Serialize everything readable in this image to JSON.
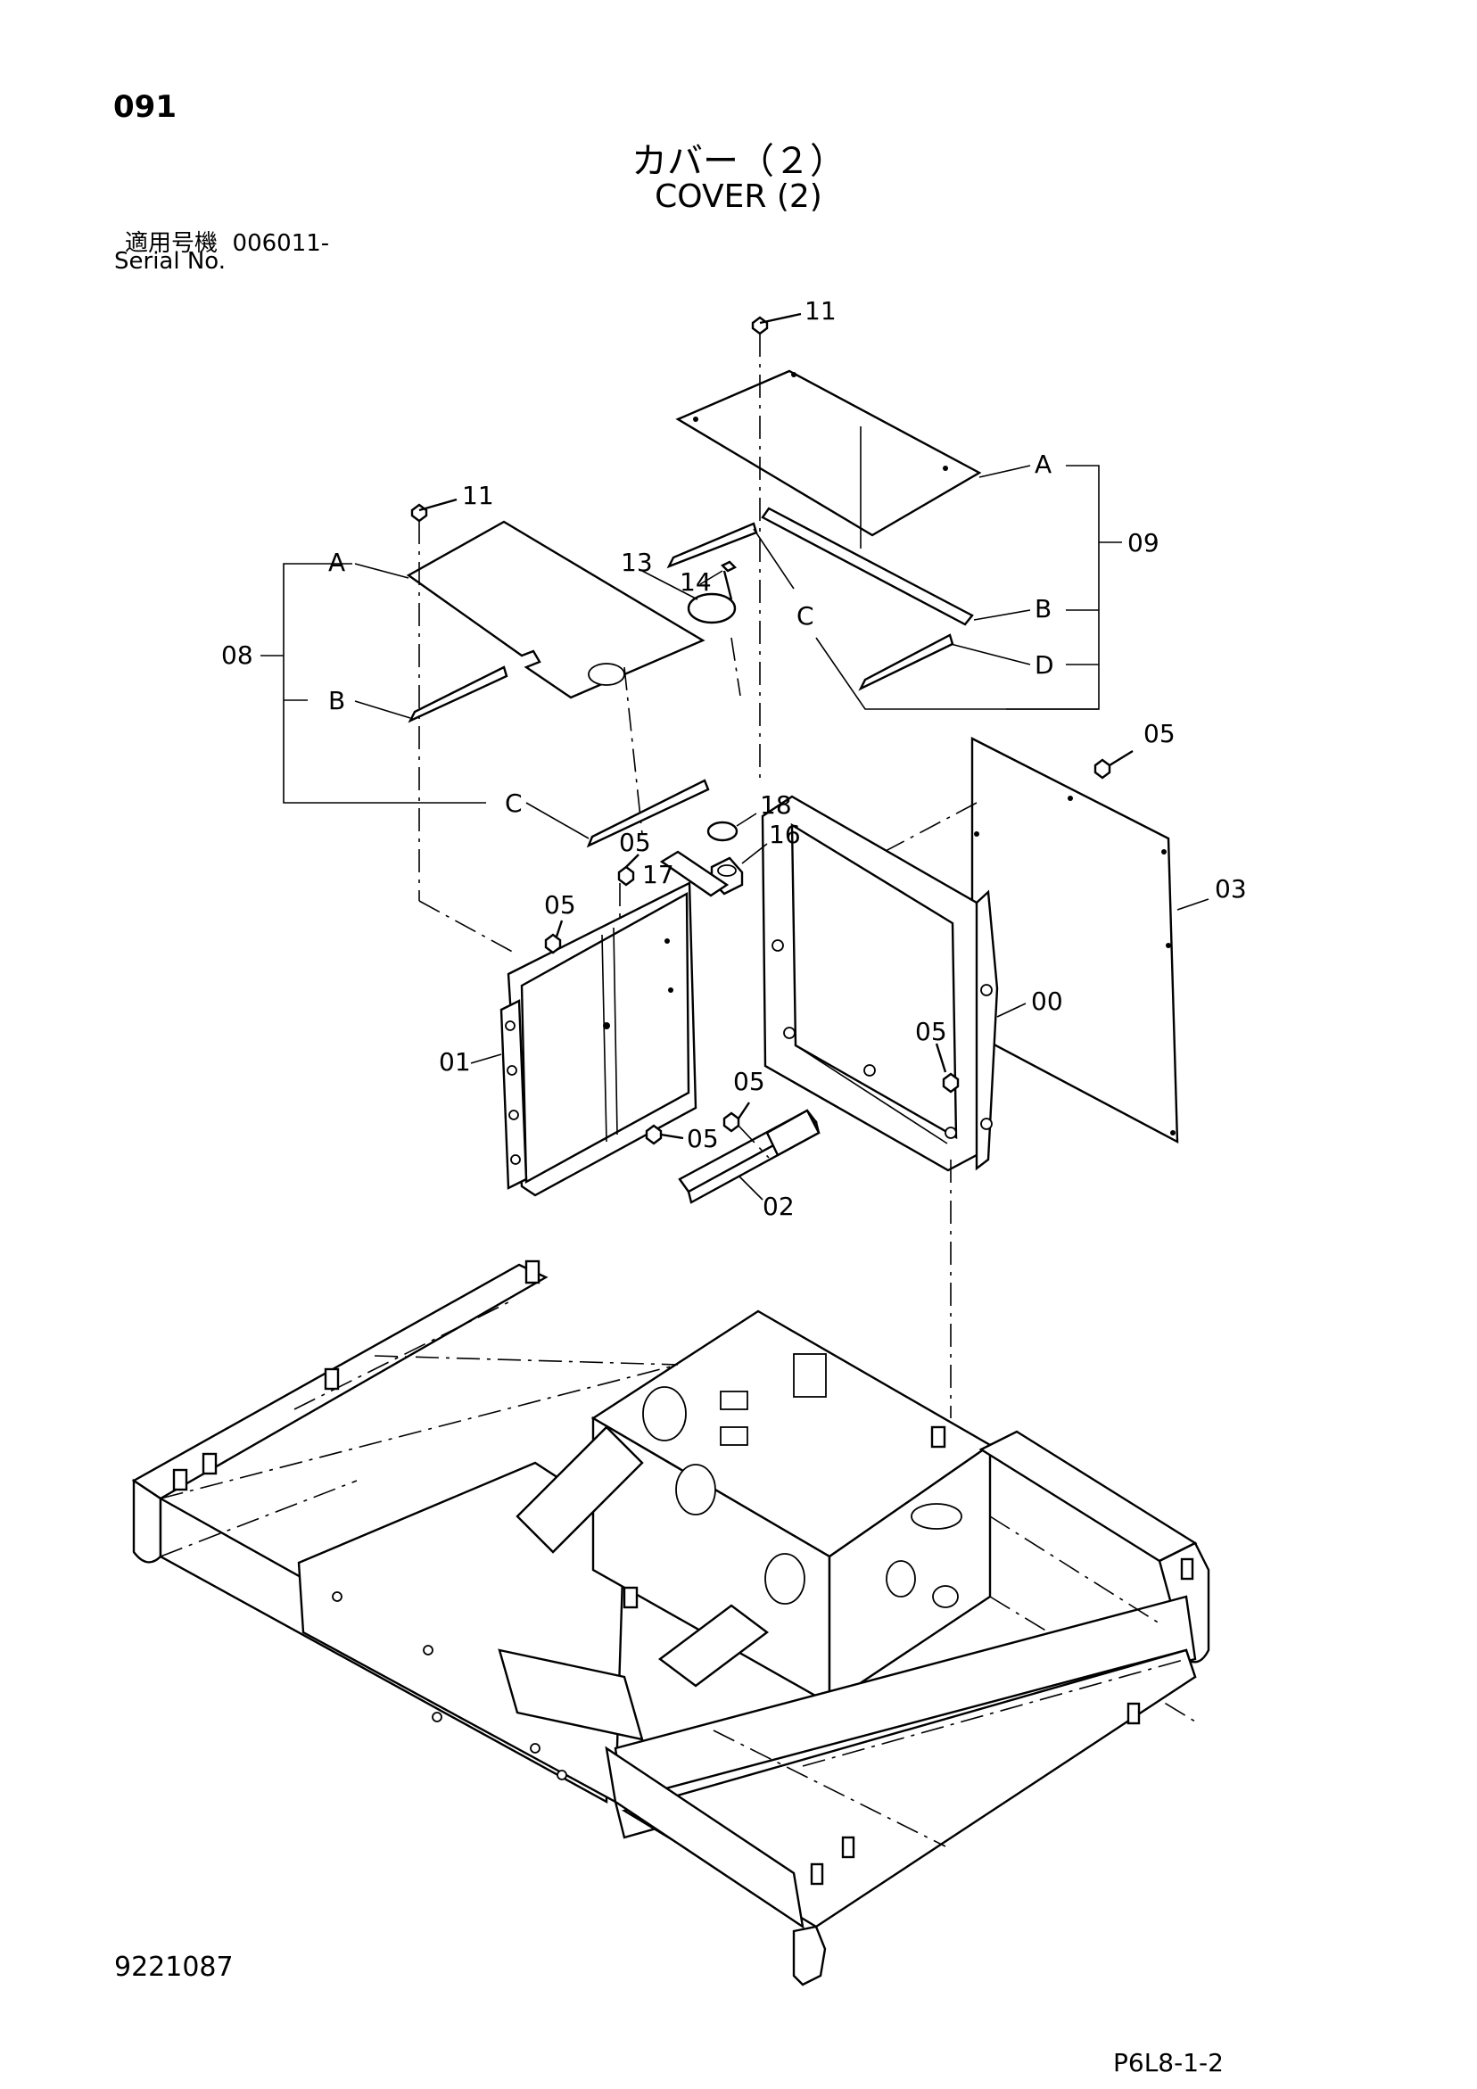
{
  "header": {
    "page_number": "091",
    "title_jp": "カバー（２）",
    "title_en": "COVER (2)",
    "serial_label_jp": "適用号機",
    "serial_value": "006011-",
    "serial_label_en": "Serial No."
  },
  "footer": {
    "drawing_number": "9221087",
    "page_code": "P6L8-1-2"
  },
  "callouts": {
    "c11a": "11",
    "c11b": "11",
    "c09": "09",
    "c09a": "A",
    "c09b": "B",
    "c09c": "C",
    "c09d": "D",
    "c08": "08",
    "c08a": "A",
    "c08b": "B",
    "c08c": "C",
    "c13": "13",
    "c14": "14",
    "c05a": "05",
    "c05b": "05",
    "c05c": "05",
    "c05d": "05",
    "c05e": "05",
    "c05f": "05",
    "c03": "03",
    "c18": "18",
    "c16": "16",
    "c17": "17",
    "c01": "01",
    "c00": "00",
    "c02": "02"
  }
}
